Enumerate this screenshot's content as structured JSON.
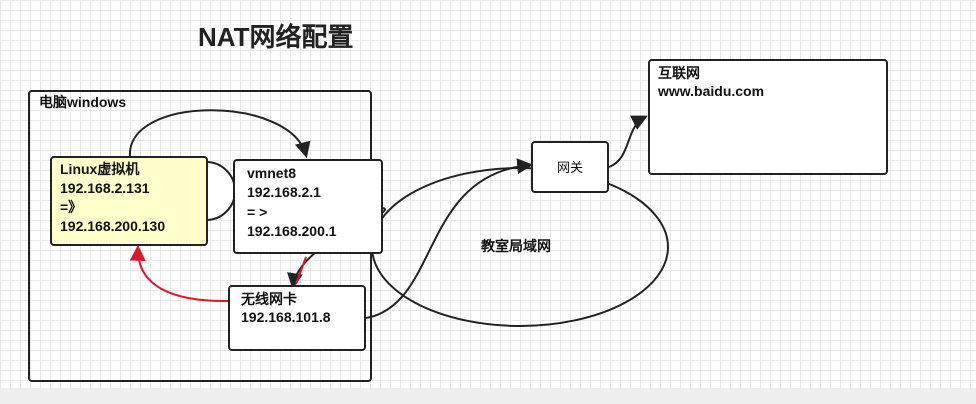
{
  "title": "NAT网络配置",
  "windows_box": {
    "label": "电脑windows"
  },
  "linux_box": {
    "lines": [
      "Linux虚拟机",
      "192.168.2.131",
      "=》",
      "192.168.200.130"
    ]
  },
  "vmnet8_box": {
    "lines": [
      "vmnet8",
      "192.168.2.1",
      "= >",
      "192.168.200.1"
    ]
  },
  "wifi_box": {
    "lines": [
      "无线网卡",
      "192.168.101.8"
    ]
  },
  "gateway_box": {
    "label": "网关"
  },
  "internet_box": {
    "lines": [
      "互联网",
      "www.baidu.com"
    ]
  },
  "lan_label": "教室局域网",
  "colors": {
    "linux_fill": "#ffffcc",
    "red_arrow": "#d9182d",
    "line": "#222222"
  }
}
